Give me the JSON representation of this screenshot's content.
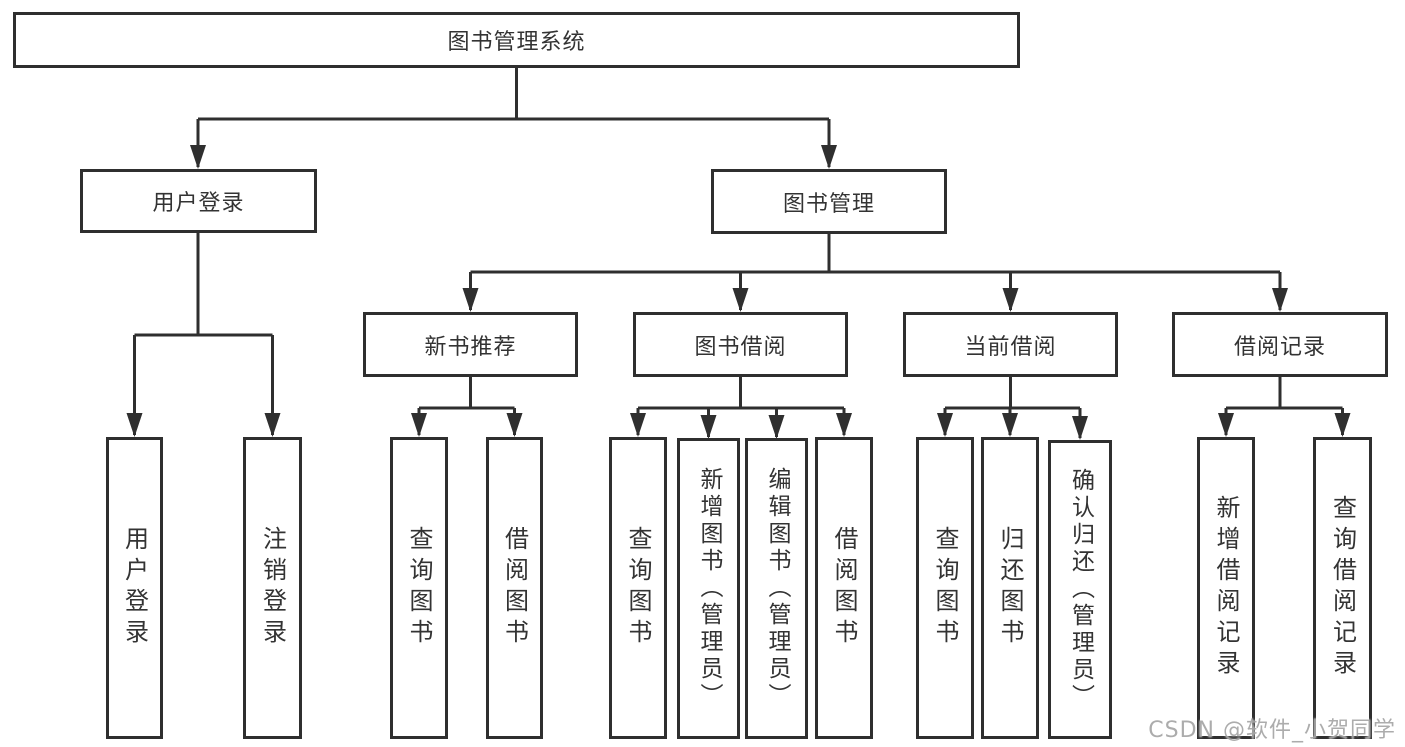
{
  "colors": {
    "background": "#ffffff",
    "line": "#2f2f2f",
    "box_border": "#2f2f2f",
    "box_fill": "#ffffff",
    "text": "#333333",
    "watermark": "#9e9e9e"
  },
  "watermark": "CSDN @软件_小贺同学",
  "tree": {
    "label": "图书管理系统",
    "children": [
      {
        "label": "用户登录",
        "children": [
          {
            "label": "用户登录"
          },
          {
            "label": "注销登录"
          }
        ]
      },
      {
        "label": "图书管理",
        "children": [
          {
            "label": "新书推荐",
            "children": [
              {
                "label": "查询图书"
              },
              {
                "label": "借阅图书"
              }
            ]
          },
          {
            "label": "图书借阅",
            "children": [
              {
                "label": "查询图书"
              },
              {
                "label": "新增图书（管理员）"
              },
              {
                "label": "编辑图书（管理员）"
              },
              {
                "label": "借阅图书"
              }
            ]
          },
          {
            "label": "当前借阅",
            "children": [
              {
                "label": "查询图书"
              },
              {
                "label": "归还图书"
              },
              {
                "label": "确认归还（管理员）"
              }
            ]
          },
          {
            "label": "借阅记录",
            "children": [
              {
                "label": "新增借阅记录"
              },
              {
                "label": "查询借阅记录"
              }
            ]
          }
        ]
      }
    ]
  }
}
